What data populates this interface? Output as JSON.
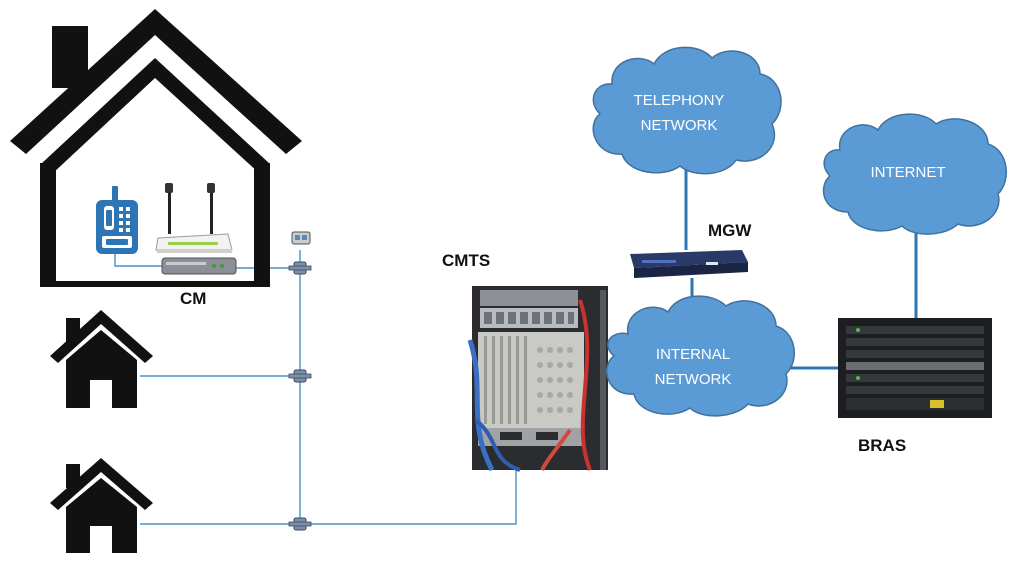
{
  "labels": {
    "cm": "CM",
    "cmts": "CMTS",
    "mgw": "MGW",
    "bras": "BRAS"
  },
  "clouds": {
    "telephony": {
      "line1": "TELEPHONY",
      "line2": "NETWORK"
    },
    "internet": {
      "line1": "INTERNET"
    },
    "internal": {
      "line1": "INTERNAL",
      "line2": "NETWORK"
    }
  },
  "colors": {
    "cloud_fill": "#5b9bd5",
    "cloud_stroke": "#41719c",
    "coax_line": "#4a90c8",
    "network_line": "#2e75b6",
    "house": "#111111"
  },
  "icons": {
    "house_main": "house-outline-icon",
    "house_small": "house-icon",
    "phone": "cordless-phone-icon",
    "router": "wifi-router-icon",
    "modem": "cable-modem-icon",
    "splitter": "coax-splitter-icon",
    "cmts": "cmts-rack-icon",
    "mgw": "media-gateway-icon",
    "bras": "bras-chassis-icon"
  }
}
